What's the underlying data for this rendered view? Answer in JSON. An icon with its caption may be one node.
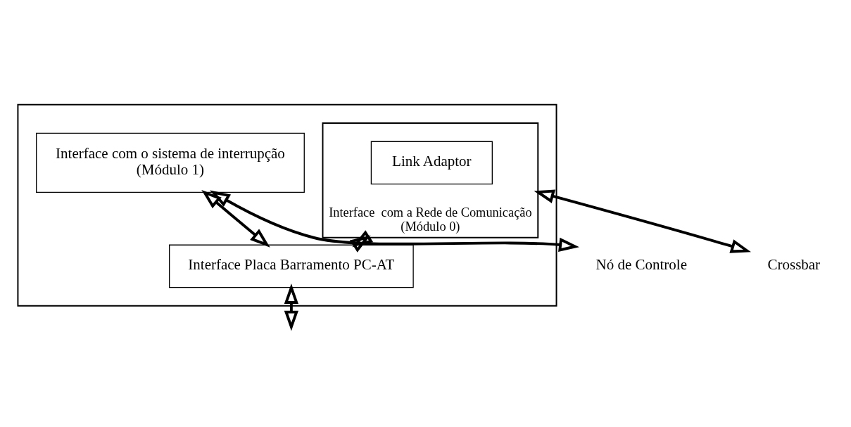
{
  "diagram": {
    "nodes": [
      {
        "text": [],
        "shape": "box"
      },
      {
        "text": [
          "Interface com o sistema de interrupção",
          "(Módulo 1)"
        ],
        "in": 0
      },
      {
        "text": [
          "Interface  com a Rede de Comunicação",
          "(Módulo 0)"
        ],
        "in": 0
      },
      {
        "text": [
          "Link Adaptor"
        ],
        "in": 2
      },
      {
        "text": [
          "Interface Placa Barramento PC-AT"
        ],
        "in": 0
      },
      {
        "text": [
          "Nó de Controle"
        ]
      },
      {
        "text": [
          "Crossbar"
        ]
      }
    ],
    "edges": [
      {
        "from": 1,
        "to": 5,
        "arrow": "both"
      },
      {
        "from": 2,
        "to": 6,
        "arrow": "both"
      },
      {
        "from": 1,
        "to": 4,
        "arrow": "both"
      },
      {
        "from": 2,
        "to": 4,
        "arrow": "both"
      },
      {
        "from": 4,
        "to": null,
        "arrow": "both"
      }
    ]
  }
}
